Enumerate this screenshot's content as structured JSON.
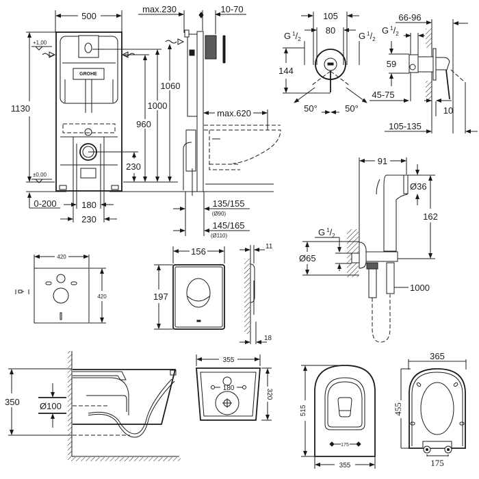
{
  "title": "Technical dimension drawing: installation frame, flush plate, concealed mixer, hygienic shower set, wall-hung toilet and seat",
  "colors": {
    "line": "#1a1a1a",
    "background": "#ffffff"
  },
  "frame": {
    "width": "500",
    "height_total": "1130",
    "height_1060": "1060",
    "height_1000": "1000",
    "height_960": "960",
    "outlet_height": "230",
    "floor_adjust": "0-200",
    "bolt_spacing": "180",
    "outlet_spacing": "230",
    "level_top": "+1,00",
    "level_zero": "±0,00",
    "brand": "GROHE"
  },
  "frame_side": {
    "max_depth_top": "max.230",
    "plate_depth": "10-70",
    "max_projection": "max.620",
    "drain_90": "135/155",
    "drain_90_dia": "(Ø90)",
    "drain_110": "145/165",
    "drain_110_dia": "(Ø110)"
  },
  "mixer_front": {
    "outer_width": "105",
    "inner_width": "80",
    "thread_left": "G",
    "thread_right": "G",
    "thread_fraction_num": "1",
    "thread_fraction_den": "2",
    "height": "144",
    "angle_left": "50°",
    "angle_right": "50°",
    "depth_range": "45-75"
  },
  "mixer_side": {
    "depth": "66-96",
    "thread": "G",
    "thread_fraction_num": "1",
    "thread_fraction_den": "2",
    "height": "59",
    "lever_offset": "10",
    "total_depth": "105-135"
  },
  "shower_set": {
    "reach": "91",
    "head_diameter": "Ø36",
    "height": "162",
    "thread": "G",
    "thread_fraction_num": "1",
    "thread_fraction_den": "2",
    "rosette_diameter": "Ø65",
    "hose_length": "1000"
  },
  "sound_pad": {
    "width": "420",
    "height": "420"
  },
  "flush_plate": {
    "width": "156",
    "height": "197",
    "depth_top": "11",
    "depth_bottom": "18"
  },
  "toilet_side": {
    "height": "350",
    "drain_diameter": "Ø100"
  },
  "toilet_back": {
    "width": "355",
    "bolt_spacing": "180",
    "height": "320"
  },
  "toilet_top": {
    "length": "515",
    "width": "355",
    "bolt_spacing": "175"
  },
  "seat": {
    "width": "365",
    "length": "455",
    "hinge_spacing": "175"
  }
}
